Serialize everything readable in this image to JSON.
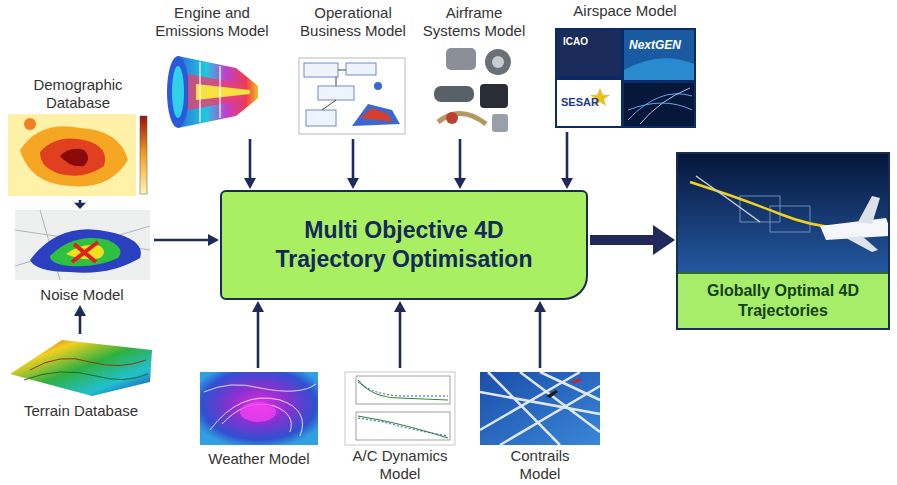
{
  "diagram": {
    "nodes": [
      {
        "text": [
          "Engine and Emissions Model"
        ]
      },
      {
        "text": [
          "Operational Business Model"
        ]
      },
      {
        "text": [
          "Airframe Systems Model"
        ]
      },
      {
        "text": [
          "Airspace Model"
        ]
      },
      {
        "text": [
          "Demographic Database"
        ]
      },
      {
        "text": [
          "Noise Model"
        ]
      },
      {
        "text": [
          "Terrain Database"
        ]
      },
      {
        "text": [
          "Multi Objective 4D Trajectory Optimisation"
        ]
      },
      {
        "text": [
          "Globally Optimal 4D Trajectories"
        ]
      },
      {
        "text": [
          "Weather Model"
        ]
      },
      {
        "text": [
          "A/C Dynamics Model"
        ]
      },
      {
        "text": [
          "Contrails Model"
        ]
      }
    ],
    "edges": [
      {
        "from": 0,
        "to": 7,
        "arrow": "to"
      },
      {
        "from": 1,
        "to": 7,
        "arrow": "to"
      },
      {
        "from": 2,
        "to": 7,
        "arrow": "to"
      },
      {
        "from": 3,
        "to": 7,
        "arrow": "to"
      },
      {
        "from": 4,
        "to": 5,
        "arrow": "to"
      },
      {
        "from": 6,
        "to": 5,
        "arrow": "to"
      },
      {
        "from": 5,
        "to": 7,
        "arrow": "to"
      },
      {
        "from": 7,
        "to": 8,
        "arrow": "to"
      },
      {
        "from": 9,
        "to": 7,
        "arrow": "to"
      },
      {
        "from": 10,
        "to": 7,
        "arrow": "to"
      },
      {
        "from": 11,
        "to": 7,
        "arrow": "to"
      }
    ],
    "labels": [
      "ICAO",
      "NextGEN",
      "SESAR"
    ]
  }
}
